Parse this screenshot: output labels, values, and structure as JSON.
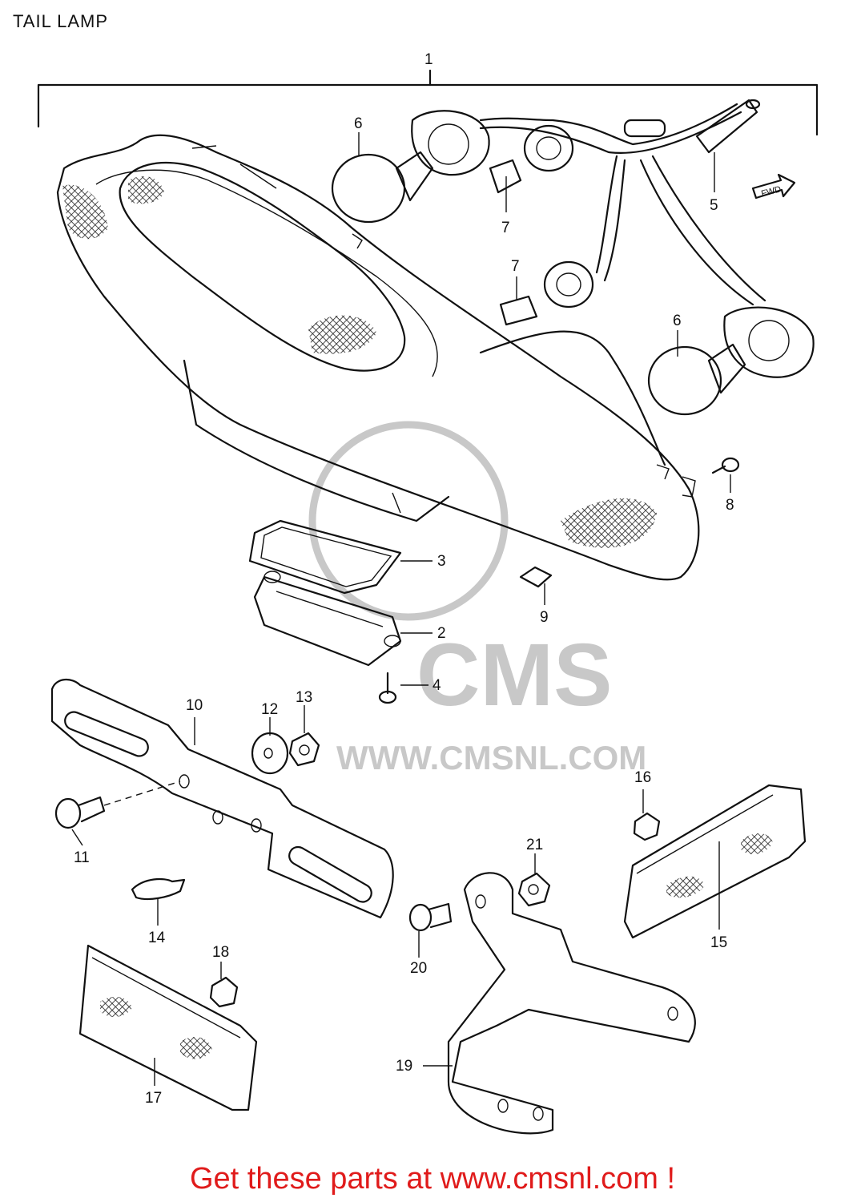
{
  "title": "TAIL LAMP",
  "callouts": {
    "p1": "1",
    "p2": "2",
    "p3": "3",
    "p4": "4",
    "p5": "5",
    "p6a": "6",
    "p6b": "6",
    "p7a": "7",
    "p7b": "7",
    "p8": "8",
    "p9": "9",
    "p10": "10",
    "p11": "11",
    "p12": "12",
    "p13": "13",
    "p14": "14",
    "p15": "15",
    "p16": "16",
    "p17": "17",
    "p18": "18",
    "p19": "19",
    "p20": "20",
    "p21": "21"
  },
  "fwd_label": "FWD",
  "watermark": {
    "brand": "CMS",
    "url": "WWW.CMSNL.COM"
  },
  "footer": "Get these parts at www.cmsnl.com !",
  "colors": {
    "line": "#111111",
    "footer": "#e01b1b",
    "watermark": "#c8c8c8"
  }
}
